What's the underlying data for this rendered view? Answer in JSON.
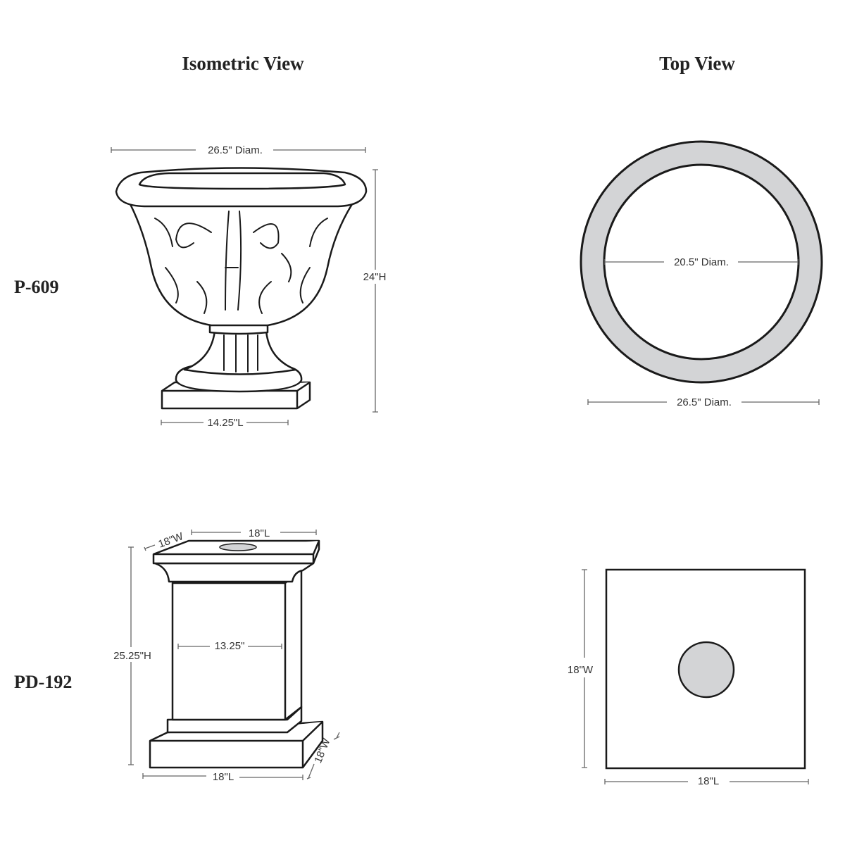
{
  "headings": {
    "isometric": "Isometric View",
    "top": "Top View"
  },
  "products": [
    {
      "code": "P-609",
      "dims": {
        "diameter": "26.5\" Diam.",
        "height": "24\"H",
        "base_length": "14.25\"L",
        "top_diameter": "26.5\" Diam.",
        "inner_diameter": "20.5\" Diam."
      }
    },
    {
      "code": "PD-192",
      "dims": {
        "top_width": "18\"W",
        "top_length": "18\"L",
        "height": "25.25\"H",
        "shaft_width": "13.25\"",
        "base_length": "18\"L",
        "base_width": "18\"W",
        "top_view_width": "18\"W",
        "top_view_length": "18\"L"
      }
    }
  ],
  "colors": {
    "fill_grey": "#d3d4d6",
    "line": "#1a1a1a",
    "dim_line": "#666666"
  }
}
